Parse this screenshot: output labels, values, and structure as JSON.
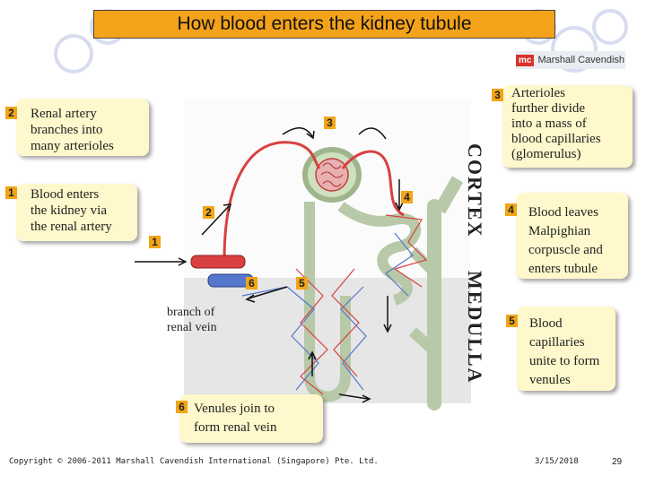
{
  "title": "How blood enters the kidney tubule",
  "logo": {
    "mark": "mc",
    "text": "Marshall Cavendish"
  },
  "regions": {
    "cortex": "CORTEX",
    "medulla": "MEDULLA"
  },
  "callouts": [
    {
      "num": "1",
      "text": [
        "Blood enters",
        "the kidney via",
        "the renal artery"
      ]
    },
    {
      "num": "2",
      "text": [
        "Renal artery",
        "branches into",
        "many arterioles"
      ]
    },
    {
      "num": "3",
      "text": [
        "Arterioles",
        "further divide",
        "into a mass of",
        "blood capillaries",
        "(glomerulus)"
      ]
    },
    {
      "num": "4",
      "text": [
        "Blood leaves",
        "Malpighian",
        "corpuscle and",
        "enters tubule"
      ]
    },
    {
      "num": "5",
      "text": [
        "Blood",
        "capillaries",
        "unite to form",
        "venules"
      ]
    },
    {
      "num": "6",
      "text": [
        "Venules join to",
        "form renal vein"
      ]
    }
  ],
  "diagram_markers": [
    "1",
    "2",
    "3",
    "4",
    "5",
    "6"
  ],
  "diagram_label": [
    "branch of",
    "renal vein"
  ],
  "footer": {
    "copyright": "Copyright © 2006-2011 Marshall Cavendish International (Singapore) Pte. Ltd.",
    "date": "3/15/2018",
    "page": "29"
  },
  "colors": {
    "title_bg": "#f4a21a",
    "callout_bg": "#fff8cc",
    "marker": "#f2a516",
    "tubule": "#b7c9a8",
    "artery": "#d94040",
    "vein": "#5577cc"
  }
}
